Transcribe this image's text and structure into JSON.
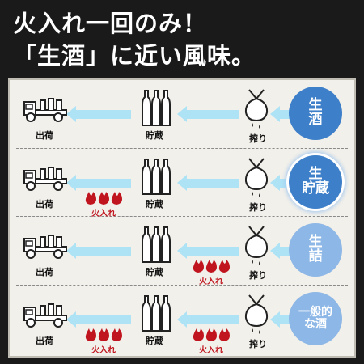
{
  "headline": {
    "line1": "火入れ一回のみ！",
    "line2": "「生酒」に近い風味。"
  },
  "labels": {
    "ship": "出荷",
    "store": "貯蔵",
    "press": "搾り",
    "heat": "火入れ"
  },
  "colors": {
    "badge": "#3d7fc8",
    "badge_light": "#8db7e6",
    "arrow": "#aee3f6",
    "fire": "#c0141e",
    "bottle": "#ffffff",
    "background": "#1a1a1a",
    "panel": "#f2f0ea"
  },
  "icons": {
    "truck": "truck-icon",
    "bottles": "sake-bottles-icon",
    "press": "pressing-bag-icon",
    "fire": "fire-icon"
  },
  "rows": [
    {
      "badge_line1": "生",
      "badge_line2": "酒",
      "heat_after_press": false,
      "heat_before_ship": false
    },
    {
      "badge_line1": "生",
      "badge_line2": "貯蔵",
      "heat_after_press": false,
      "heat_before_ship": true
    },
    {
      "badge_line1": "生",
      "badge_line2": "詰",
      "heat_after_press": true,
      "heat_before_ship": false
    },
    {
      "badge_line1": "一般的",
      "badge_line2": "な酒",
      "heat_after_press": true,
      "heat_before_ship": true
    }
  ]
}
